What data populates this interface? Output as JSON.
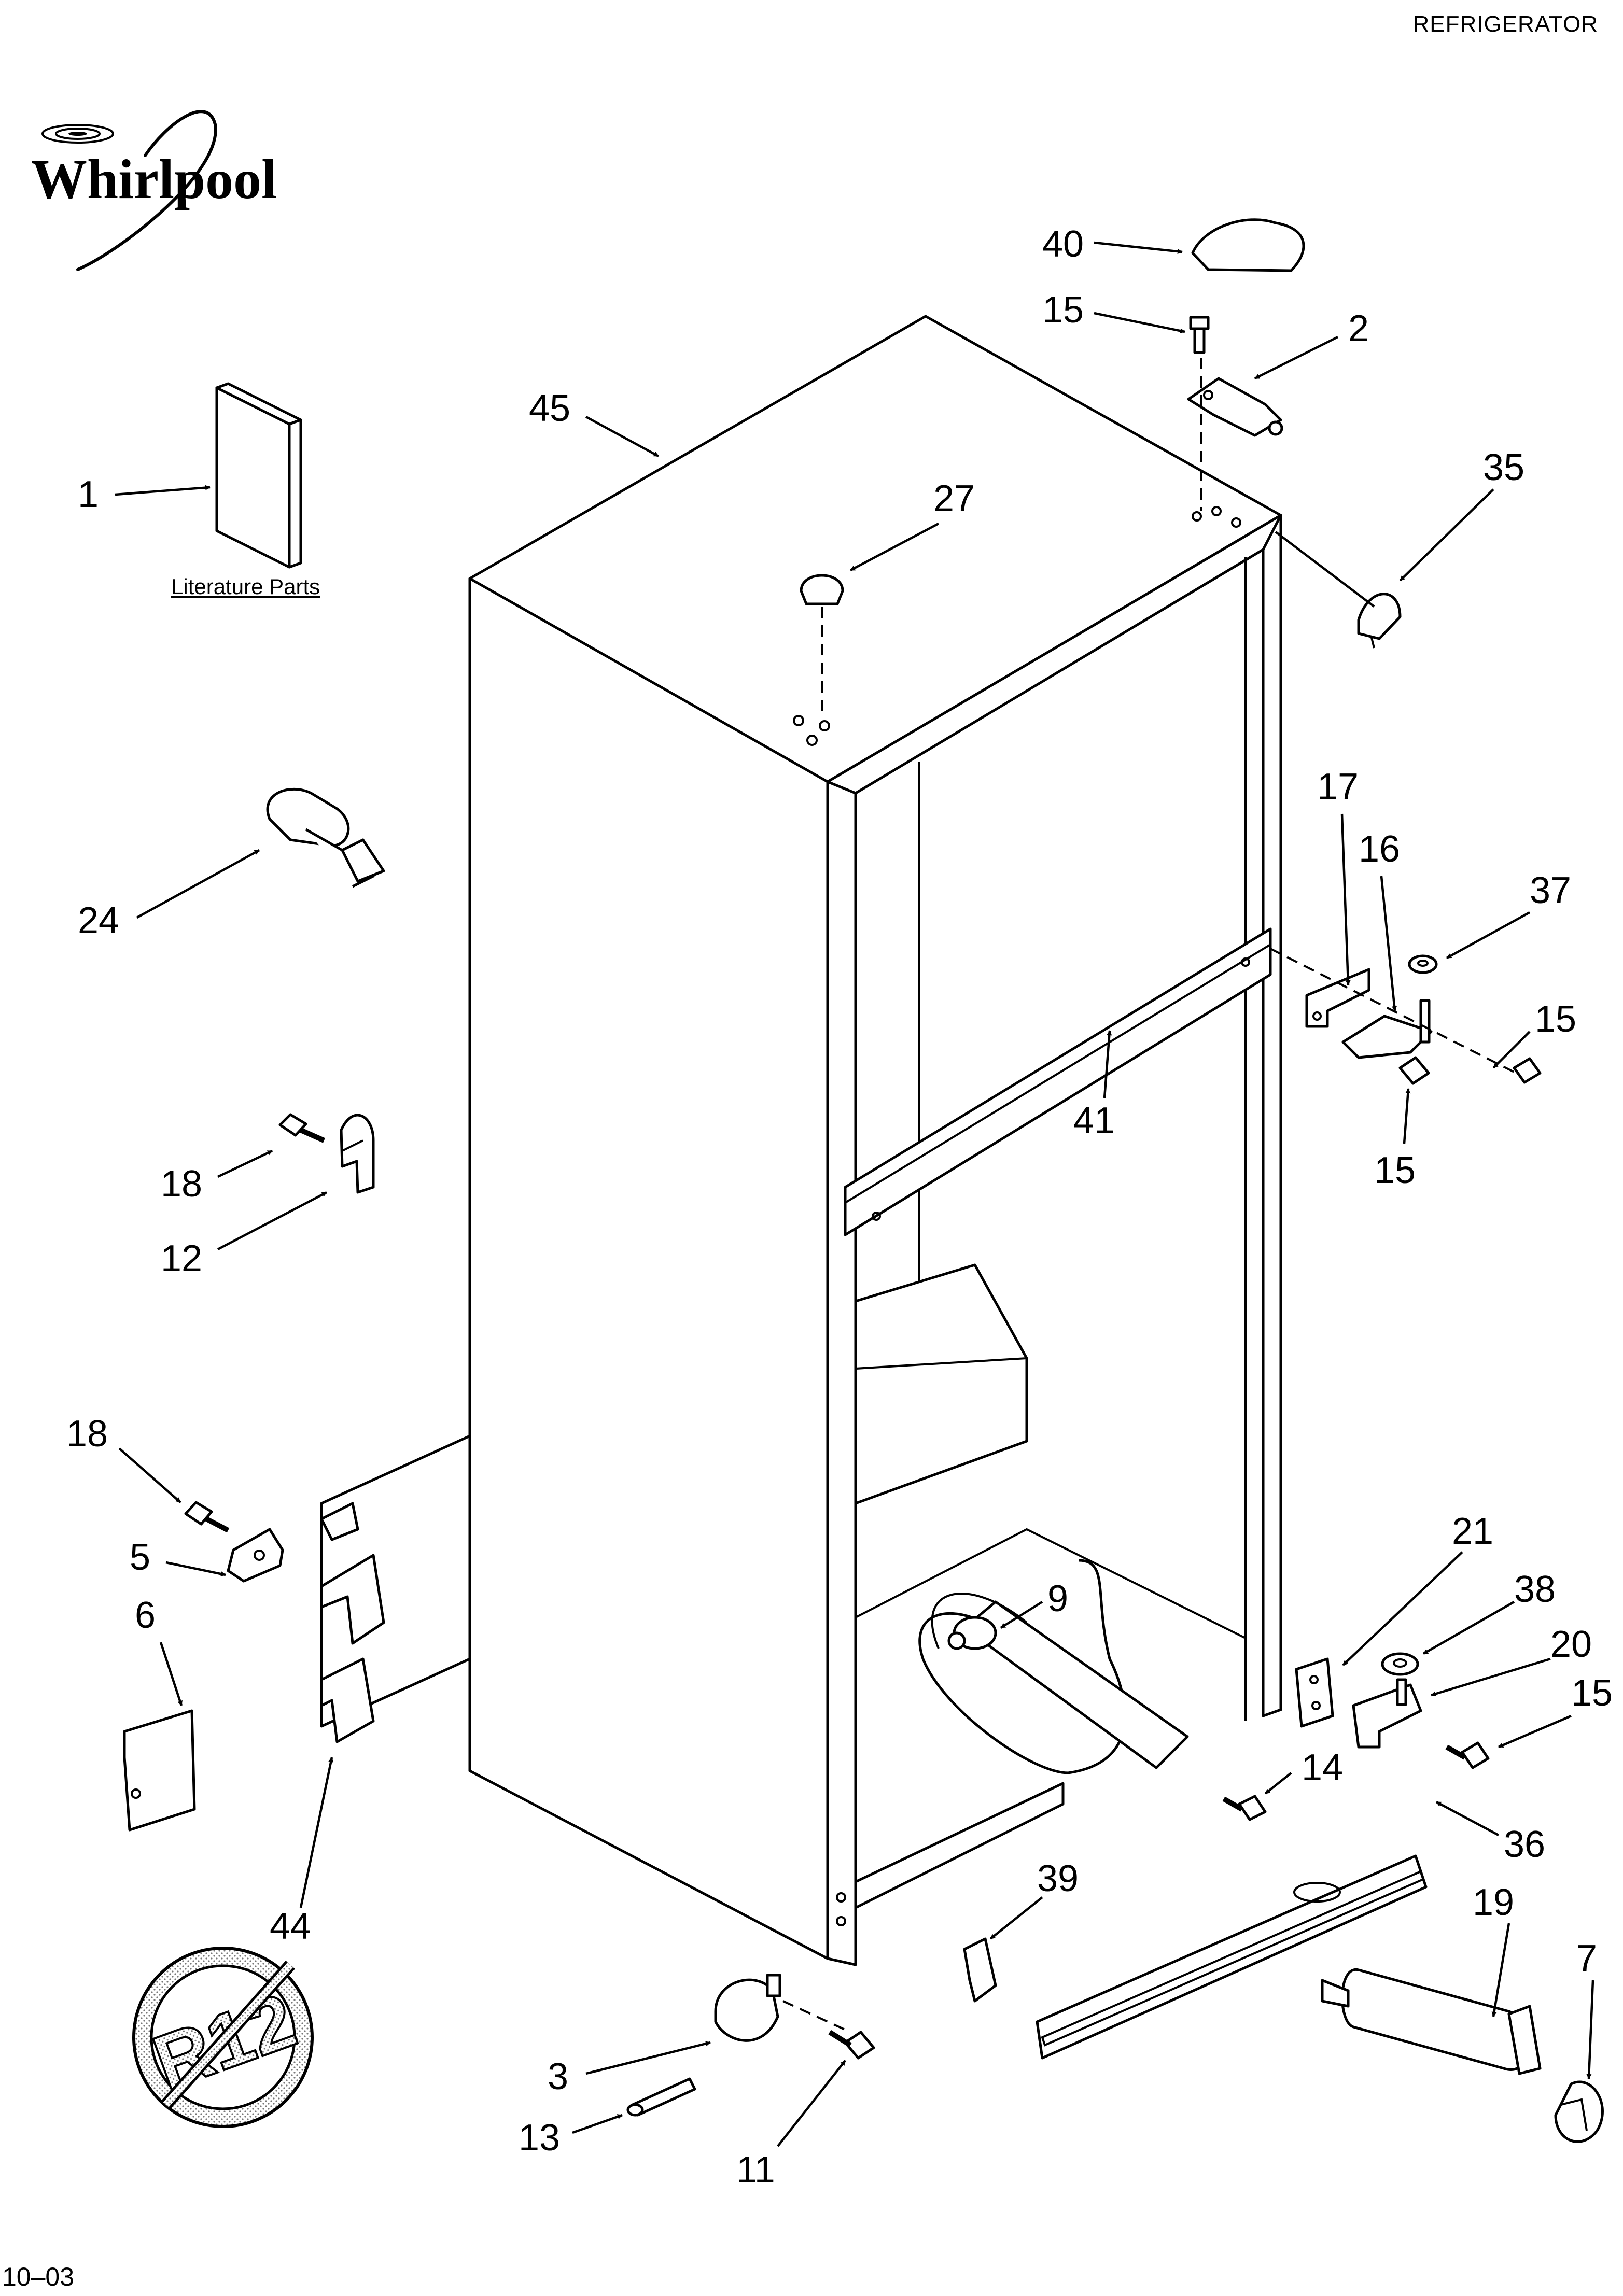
{
  "header": {
    "section": "REFRIGERATOR",
    "brand": "Whirlpool"
  },
  "footer": {
    "date_code": "10–03"
  },
  "literature": {
    "label": "Literature Parts"
  },
  "badge": {
    "text": "R12"
  },
  "callouts": [
    "40",
    "15",
    "2",
    "45",
    "35",
    "1",
    "27",
    "17",
    "16",
    "37",
    "24",
    "15",
    "41",
    "15",
    "18",
    "12",
    "18",
    "5",
    "21",
    "38",
    "9",
    "20",
    "6",
    "15",
    "14",
    "36",
    "44",
    "19",
    "39",
    "7",
    "3",
    "13",
    "11"
  ]
}
